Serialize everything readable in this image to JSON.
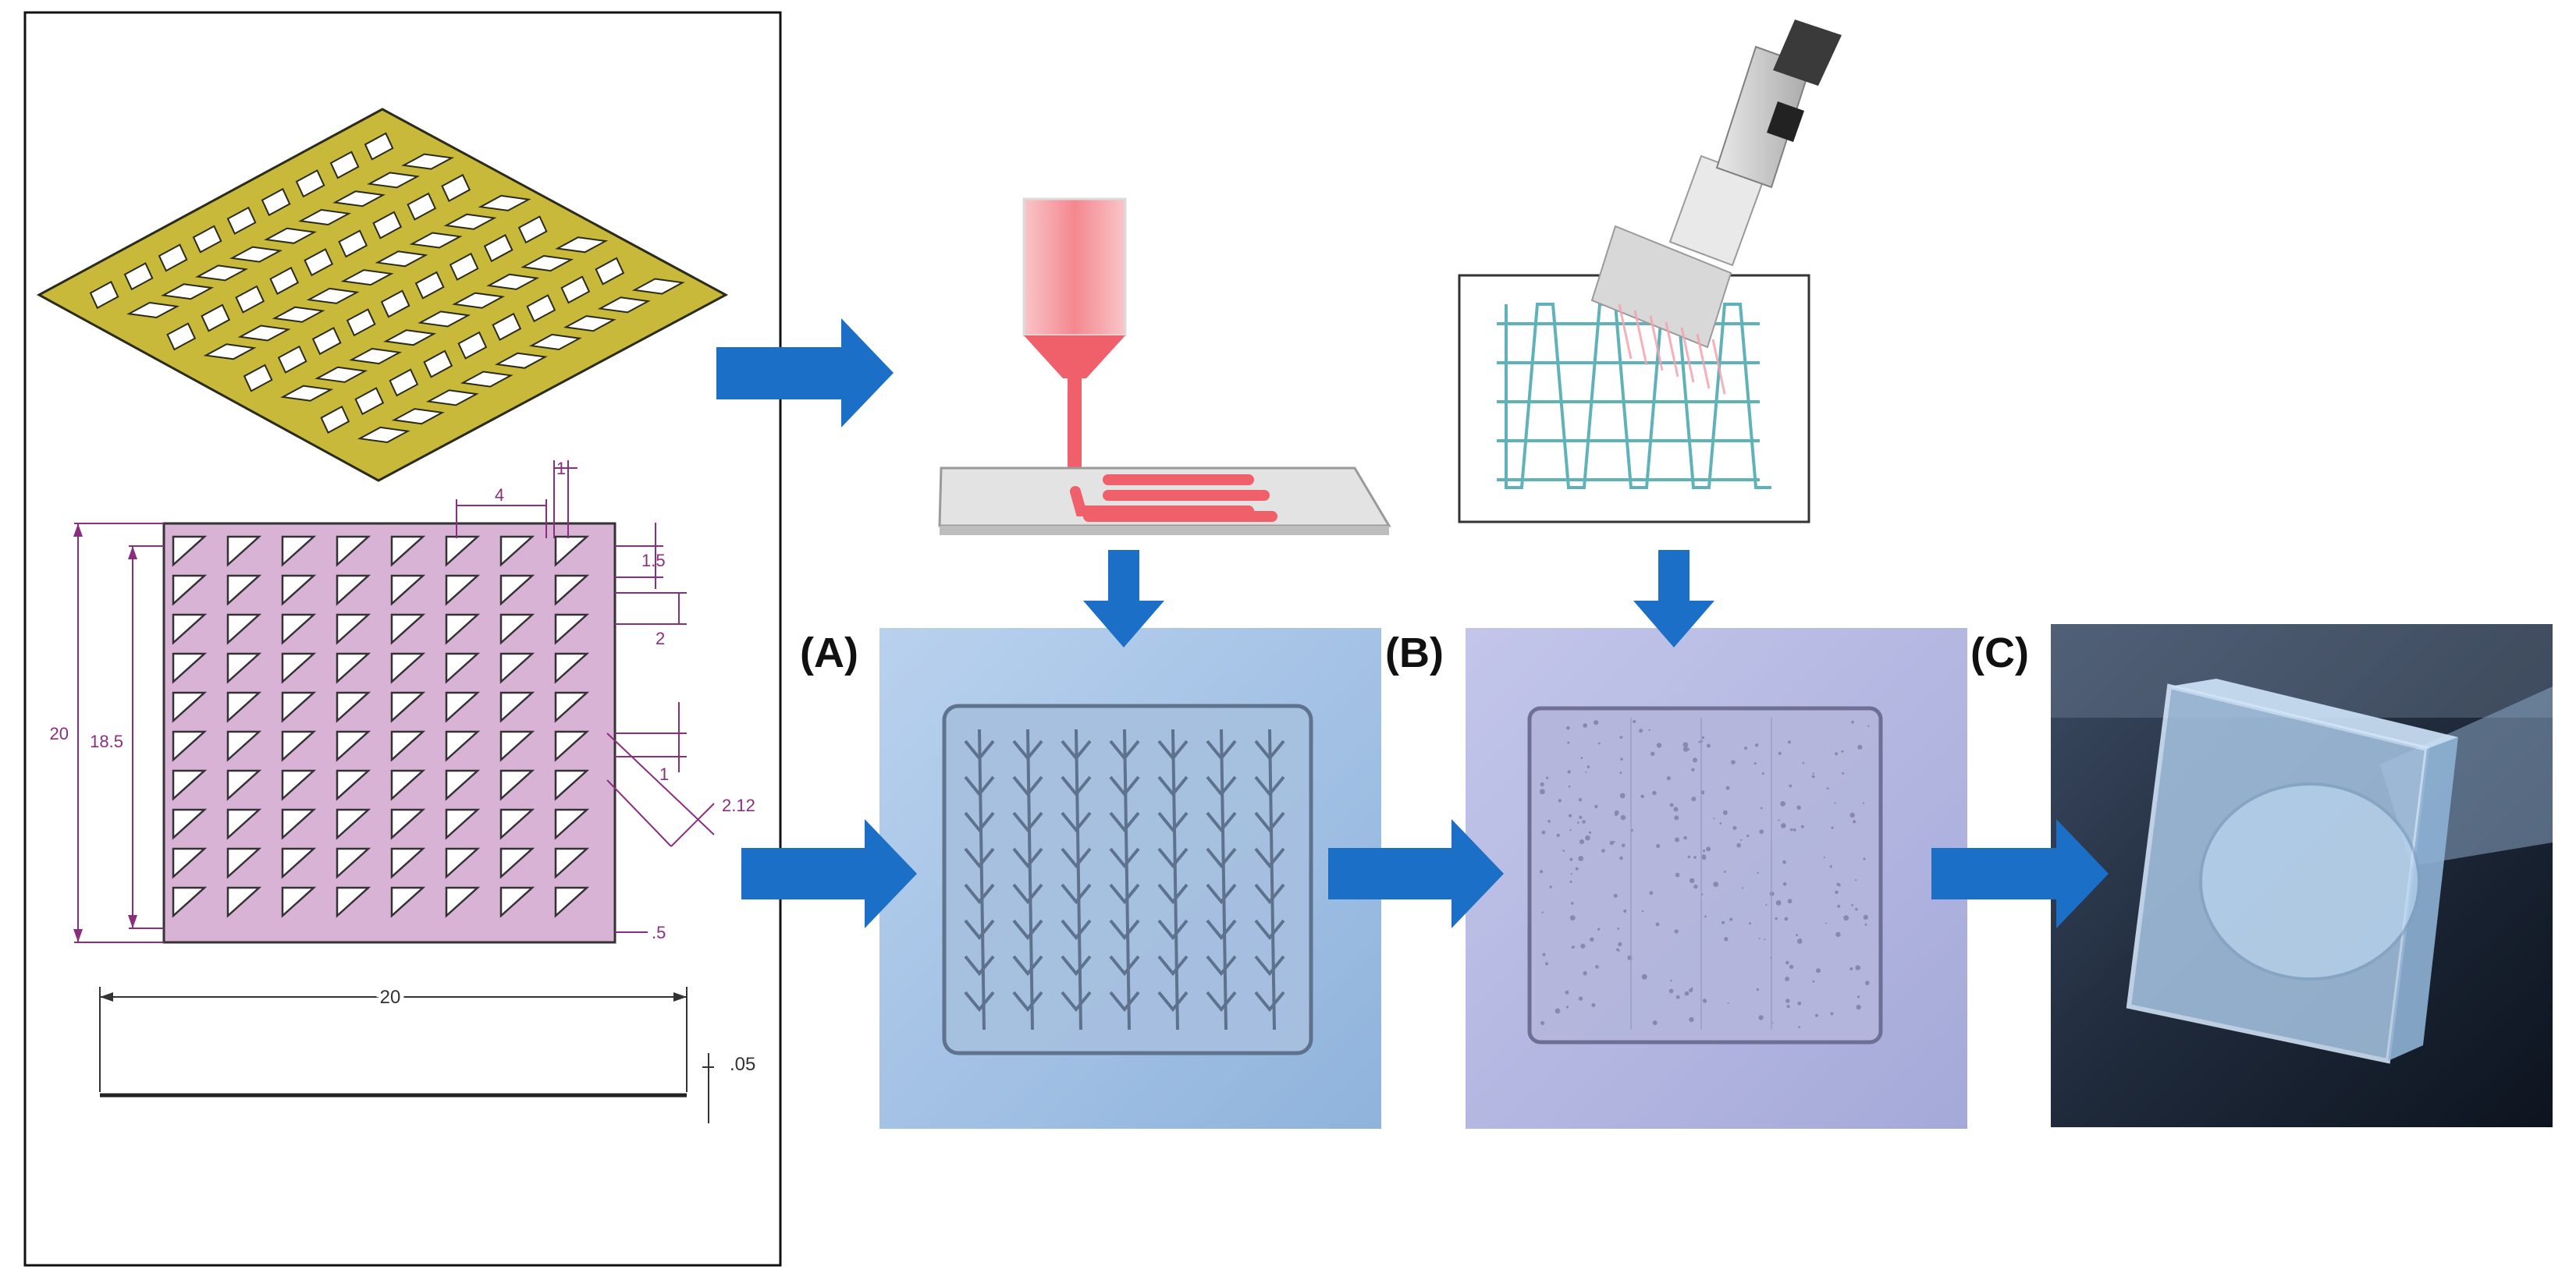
{
  "colors": {
    "arrow": "#1c6fc7",
    "mesh_yellow": "#c8b93a",
    "blueprint_pink": "#d9b3d6",
    "blueprint_line": "#8a2f7f",
    "bioink_red": "#f0606a",
    "grid_teal": "#5fb3b8",
    "photo_blue": "#a9c6e6",
    "photo_lavender": "#b6b9e0"
  },
  "panels": {
    "a_label": "(A)",
    "b_label": "(B)",
    "c_label": "(C)"
  },
  "blueprint": {
    "dim_top_4": "4",
    "dim_top_1": "1",
    "dim_1_5": "1.5",
    "dim_2": "2",
    "dim_1": "1",
    "dim_2_12": "2.12",
    "dim_height_20": "20",
    "dim_height_18_5": "18.5",
    "dim_05_bottom": ".5",
    "dim_width_20": "20",
    "dim_thickness": ".05"
  }
}
